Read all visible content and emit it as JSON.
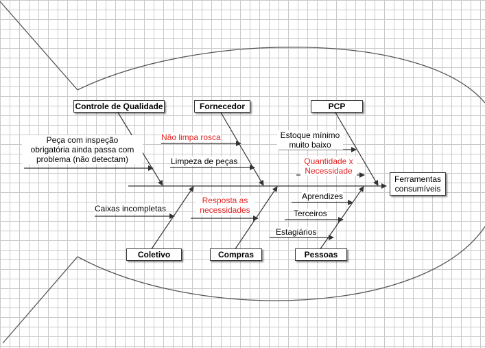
{
  "effect": "Ferramentas consumíveis",
  "categories": {
    "controle_qualidade": "Controle de Qualidade",
    "fornecedor": "Fornecedor",
    "pcp": "PCP",
    "coletivo": "Coletivo",
    "compras": "Compras",
    "pessoas": "Pessoas"
  },
  "causes": {
    "peca_inspecao_1": "Peça com inspeção",
    "peca_inspecao_2": "obrigatória ainda passa com",
    "peca_inspecao_3": "problema (não detectam)",
    "nao_limpa_rosca": "Não limpa rosca",
    "limpeza_pecas": "Limpeza de peças",
    "estoque_1": "Estoque mínimo",
    "estoque_2": "muito baixo",
    "quantidade_1": "Quantidade x",
    "quantidade_2": "Necessidade",
    "caixas": "Caixas incompletas",
    "resposta_1": "Resposta as",
    "resposta_2": "necessidades",
    "aprendizes": "Aprendizes",
    "terceiros": "Terceiros",
    "estagiarios": "Estagiários"
  },
  "colors": {
    "highlight_cause": "#e32222",
    "line": "#333333",
    "grid": "#c9c9c9"
  }
}
